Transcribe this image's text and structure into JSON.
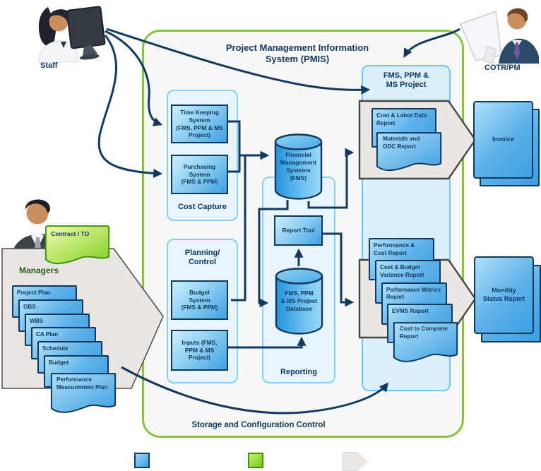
{
  "colors": {
    "navy_line": "#14395e",
    "container_border_green": "#86c440",
    "panel_fill": "#e8f5fe",
    "panel_border": "#87d1f8",
    "box_blue_dark": "#3e9fe2",
    "gray_flow_fill": "#e9e6e3",
    "green_doc": "#7fd024"
  },
  "title": "Project Management Information\nSystem (PMIS)",
  "actors": {
    "staff": "Staff",
    "cotr_pm": "COTR/PM",
    "managers": "Managers"
  },
  "cost_capture": {
    "label": "Cost Capture",
    "time_keeping": "Time Keeping\nSystem\n(FMS, PPM & MS\nProject)",
    "purchasing": "Purchasing\nSystem\n(FMS & PPM)"
  },
  "planning_control": {
    "label": "Planning/\nControl",
    "budget_system": "Budget\nSystem\n(FMS & PPM)",
    "inputs": "Inputs (FMS,\nPPM & MS\nProject)"
  },
  "reporting": {
    "label": "Reporting",
    "fms_cylinder": "Financial\nManagement\nSystems\n(FMS)",
    "report_tool": "Report Tool",
    "database_cylinder": "FMS, PPM\n& MS Project\nDatabase"
  },
  "output_panel": {
    "header": "FMS, PPM &\nMS Project",
    "cost_labor_report": "Cost & Labor Data\nReport",
    "materials_odc_report": "Materials and\nODC Report",
    "performance_cost_report": "Performance &\nCost Report",
    "cost_budget_variance_report": "Cost & Budget\nVariance Report",
    "performance_metrics_report": "Performance Metrics\nReport",
    "evms_report": "EVMS Report",
    "cost_to_complete_report": "Cost to Complete\nReport"
  },
  "external_docs": {
    "invoice": "Invoice",
    "monthly_status_report": "Monthly\nStatus Report",
    "contract_to": "Contract / TO"
  },
  "plan_docs": [
    "Project Plan",
    "OBS",
    "WBS",
    "CA Plan",
    "Schedule",
    "Budget",
    "Performance\nMeasurement Plan"
  ],
  "storage_label": "Storage and Configuration Control"
}
